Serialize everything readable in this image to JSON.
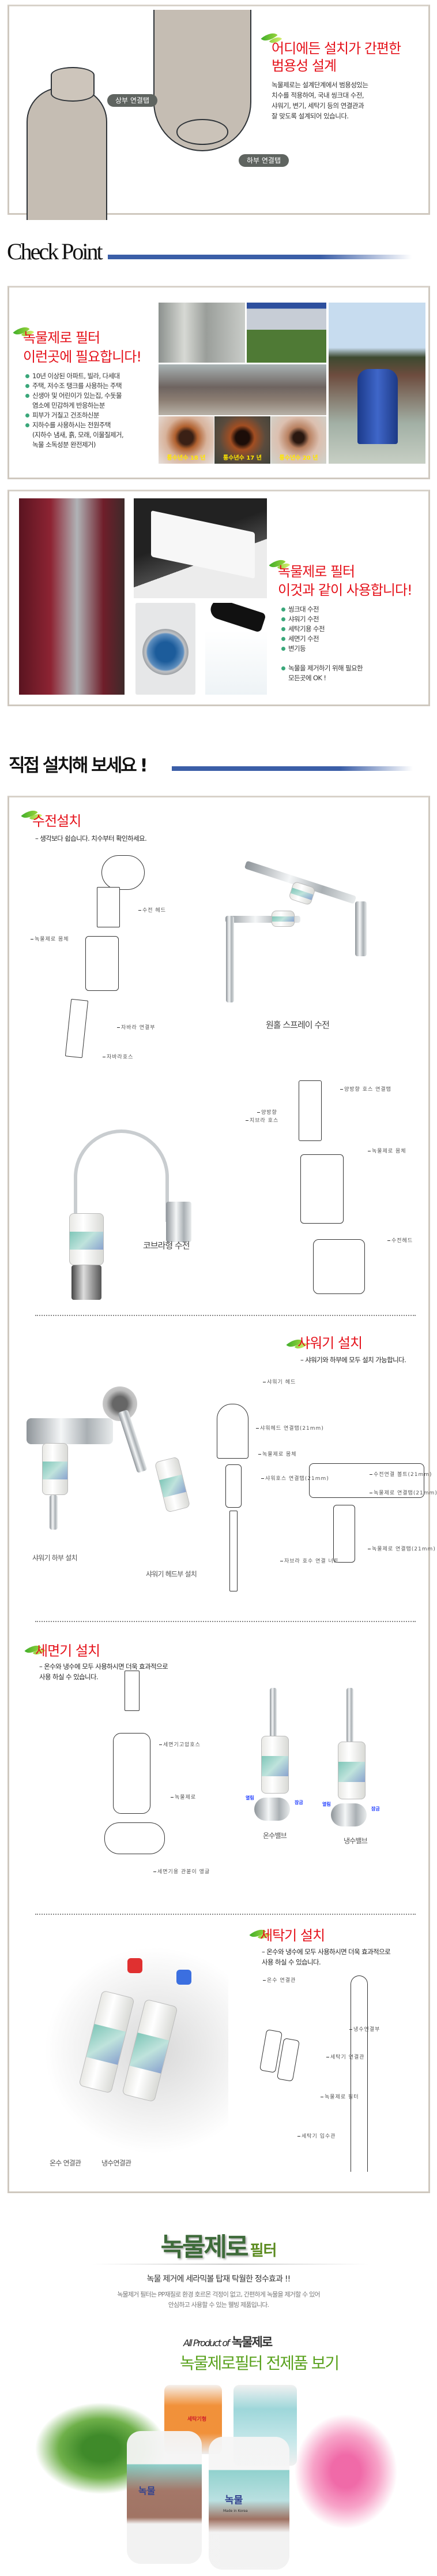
{
  "design": {
    "title_line1": "어디에든 설치가 간편한",
    "title_line2": "범용성 설계",
    "body": [
      "녹물제로는 설계단계에서 범용성있는",
      "치수를 적용하여, 국내 씽크대 수전,",
      "샤워기, 변기, 세탁기 등의 연결관과",
      "잘 맞도록 설계되어 있습니다."
    ],
    "label_top": "상부 연결탭",
    "label_bottom": "하부 연결탭"
  },
  "checkpoint": {
    "heading": "Check Point",
    "needed": {
      "title_line1": "녹물제로 필터",
      "title_line2": "이런곳에 필요합니다!",
      "bullets": [
        {
          "lines": [
            "10년 이상된 아파트, 빌라, 다세대"
          ]
        },
        {
          "lines": [
            "주택, 저수조 탱크를 사용하는 주택"
          ]
        },
        {
          "lines": [
            "신생아 및 어린이가 있는집, 수돗물",
            "염소에 민감하게 반응하는분"
          ]
        },
        {
          "lines": [
            "피부가 거칠고 건조하신분"
          ]
        },
        {
          "lines": [
            "지하수를 사용하시는 전원주택",
            "(지하수 냄새, 흙, 모래, 이물질제거,",
            "녹물 소독성분 완전제거)"
          ]
        }
      ],
      "pipe_captions": [
        "통수년수 18 년",
        "통수년수 17 년",
        "통수년수 20 년"
      ]
    },
    "usage": {
      "title_line1": "녹물제로 필터",
      "title_line2": "이것과 같이 사용합니다!",
      "bullets": [
        "씽크대 수전",
        "샤워기 수전",
        "세탁기용 수전",
        "세면기 수전",
        "변기등"
      ],
      "note_lines": [
        "녹물을 제거하기 위해 필요한",
        "모든곳에 OK !"
      ]
    }
  },
  "install": {
    "heading": "직접 설치해 보세요 !",
    "faucet": {
      "title": "수전설치",
      "subtitle": "– 생각보다 쉽습니다. 치수부터 확인하세요.",
      "labels": {
        "head": "수전 헤드",
        "body": "녹물제로 몸체",
        "jabara_joint": "자바라 연결부",
        "jabara_hose": "자바라호스",
        "bi_tab": "양방향 호스 연결탭",
        "bi_hose_1": "양방향",
        "bi_hose_2": "지브라 호스",
        "body2": "녹물제로 몸체",
        "head2": "수전헤드"
      },
      "caption_spray": "원홀 스프레이 수전",
      "caption_cobra": "코브라형 수전"
    },
    "shower": {
      "title": "샤워기 설치",
      "subtitle": "– 샤워기와 하부에 모두 설치 가능합니다.",
      "labels": {
        "head": "샤워기 헤드",
        "head_tab": "샤워헤드 연결탭(21mm)",
        "body": "녹물제로 몸체",
        "hose_tab": "샤워호스 연결탭(21mm)",
        "bolt": "수전연결 볼트(21mm)",
        "tab1": "녹물제로 연결탭(21mm)",
        "tab2": "녹물제로 연결탭(21mm)",
        "nut": "자브라 호수 연결 너트"
      },
      "caption_bottom": "샤워기 하부 설치",
      "caption_head": "샤워기 헤드부 설치"
    },
    "basin": {
      "title": "세면기 설치",
      "subtitle_lines": [
        "– 온수와 냉수에 모두 사용하시면 더욱 효과적으로",
        "사용 하실 수 있습니다."
      ],
      "labels": {
        "hose": "세면기고압호스",
        "body": "녹물제로",
        "angle": "세면기용 관붙이 앵글"
      },
      "valve_hot": "온수밸브",
      "valve_cold": "냉수밸브",
      "open": "열림",
      "close": "잠금"
    },
    "washer": {
      "title": "세탁기 설치",
      "subtitle_lines": [
        "– 온수와 냉수에 모두 사용하시면 더욱 효과적으로",
        "사용 하실 수 있습니다."
      ],
      "labels": {
        "hot": "온수 연결관",
        "cold": "냉수연결부",
        "conn": "세탁기 연결관",
        "filter": "녹물제로 필터",
        "inlet": "세탁기 입수관"
      },
      "caption_hot": "온수 연결관",
      "caption_cold": "냉수연결관"
    }
  },
  "footer": {
    "brand_main": "녹물제로",
    "brand_sub": "필터",
    "tagline": "녹물 제거에 세라믹볼 탑재 탁월한 정수효과 !!",
    "desc": [
      "녹물제거 필터는 PP재질로 환경 호르몬 걱정이 없고, 간편하게 녹물을 제거할 수 있어",
      "안심하고 사용할 수 있는 웰빙 제품입니다."
    ],
    "all_product_prefix": "All Product of",
    "all_product_brand": "녹물제로",
    "view_all": "녹물제로필터 전제품 보기",
    "product_tag1": "세탁기형",
    "product_brand": "녹물",
    "made_in": "Made in Korea"
  },
  "colors": {
    "red": "#e5121b",
    "blue_bar": "#3b5ea7",
    "green": "#5a9a1e",
    "border": "#cfc8bf"
  }
}
